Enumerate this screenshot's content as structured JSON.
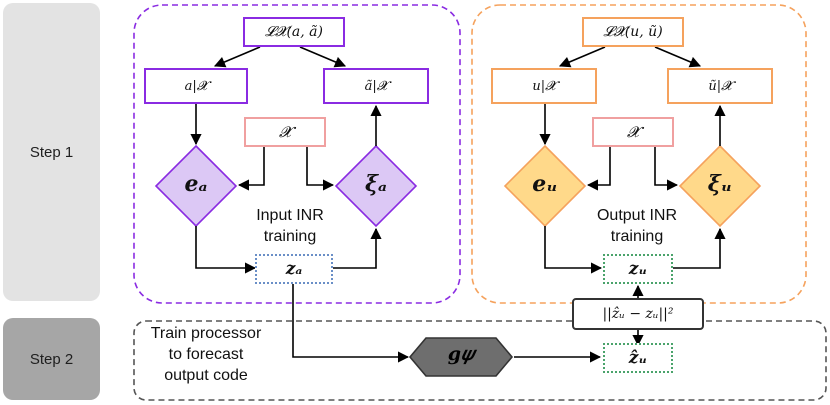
{
  "steps": {
    "step1": "Step 1",
    "step2": "Step 2"
  },
  "input_block": {
    "loss": "𝓛𝓧(a, ã)",
    "a_restricted": "a|𝓧",
    "a_tilde_restricted": "ã|𝓧",
    "domain": "𝓧",
    "encoder": "eₐ",
    "decoder": "ξₐ",
    "caption_line1": "Input INR",
    "caption_line2": "training",
    "code": "zₐ"
  },
  "output_block": {
    "loss": "𝓛𝓧(u, ũ)",
    "u_restricted": "u|𝓧",
    "u_tilde_restricted": "ũ|𝓧",
    "domain": "𝓧",
    "encoder": "eᵤ",
    "decoder": "ξᵤ",
    "caption_line1": "Output INR",
    "caption_line2": "training",
    "code": "zᵤ"
  },
  "step2_block": {
    "caption_line1": "Train processor",
    "caption_line2": "to forecast",
    "caption_line3": "output code",
    "processor": "g𝜓",
    "predicted_code": "ẑᵤ",
    "loss": "||ẑᵤ − zᵤ||²"
  },
  "colors": {
    "purple": "#8a2be2",
    "purple_fill": "#dcc8f5",
    "orange": "#f5a25d",
    "orange_fill": "#ffd98a",
    "pink": "#f0a0a0",
    "blue_dotted": "#6a8fc7",
    "green_dotted": "#4aa36b",
    "step_gray_light": "#e3e3e3",
    "step_gray_dark": "#a6a6a6",
    "processor_fill": "#6e6e6e"
  }
}
